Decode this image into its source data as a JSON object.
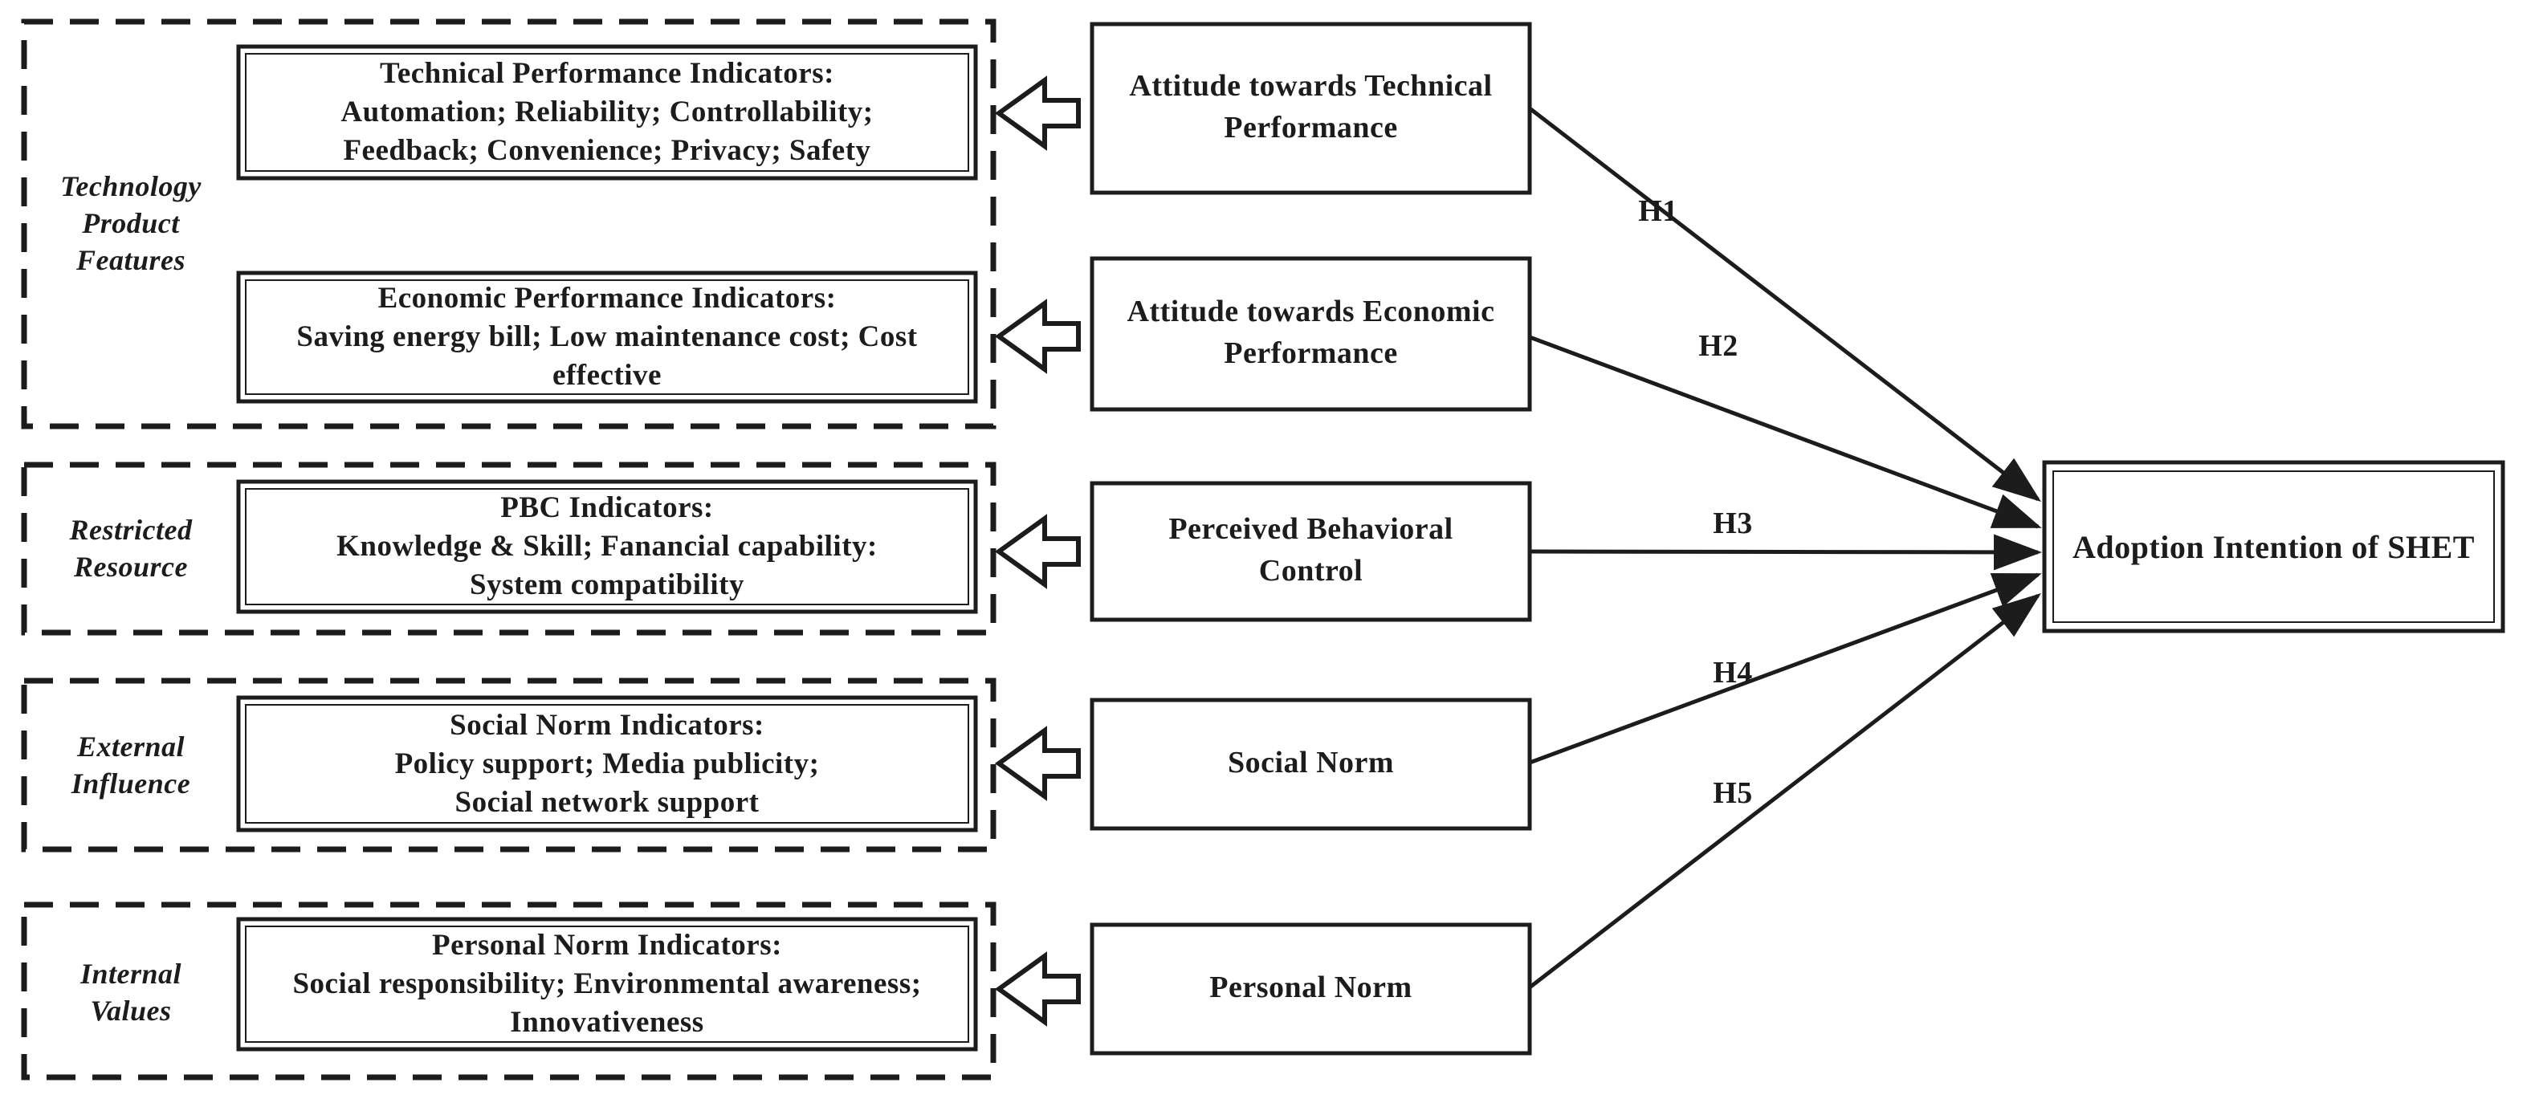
{
  "figure": {
    "type": "research-model-diagram",
    "background": "#ffffff",
    "ink": "#1c1c1c"
  },
  "group_labels": [
    "Technology\nProduct\nFeatures",
    "Restricted\nResource",
    "External\nInfluence",
    "Internal\nValues"
  ],
  "indicator_boxes": [
    {
      "text": "Technical Performance Indicators:\nAutomation; Reliability; Controllability;\nFeedback; Convenience; Privacy; Safety"
    },
    {
      "text": "Economic Performance Indicators:\nSaving energy bill; Low maintenance cost; Cost\neffective"
    },
    {
      "text": "PBC Indicators:\nKnowledge & Skill; Fanancial capability:\nSystem compatibility"
    },
    {
      "text": "Social Norm Indicators:\nPolicy support; Media publicity;\nSocial network support"
    },
    {
      "text": "Personal Norm Indicators:\nSocial responsibility; Environmental awareness;\nInnovativeness"
    }
  ],
  "constructs": [
    {
      "label": "Attitude towards Technical\nPerformance"
    },
    {
      "label": "Attitude towards Economic\nPerformance"
    },
    {
      "label": "Perceived Behavioral\nControl"
    },
    {
      "label": "Social Norm"
    },
    {
      "label": "Personal Norm"
    }
  ],
  "hypotheses": [
    "H1",
    "H2",
    "H3",
    "H4",
    "H5"
  ],
  "outcome_label": "Adoption Intention of SHET"
}
